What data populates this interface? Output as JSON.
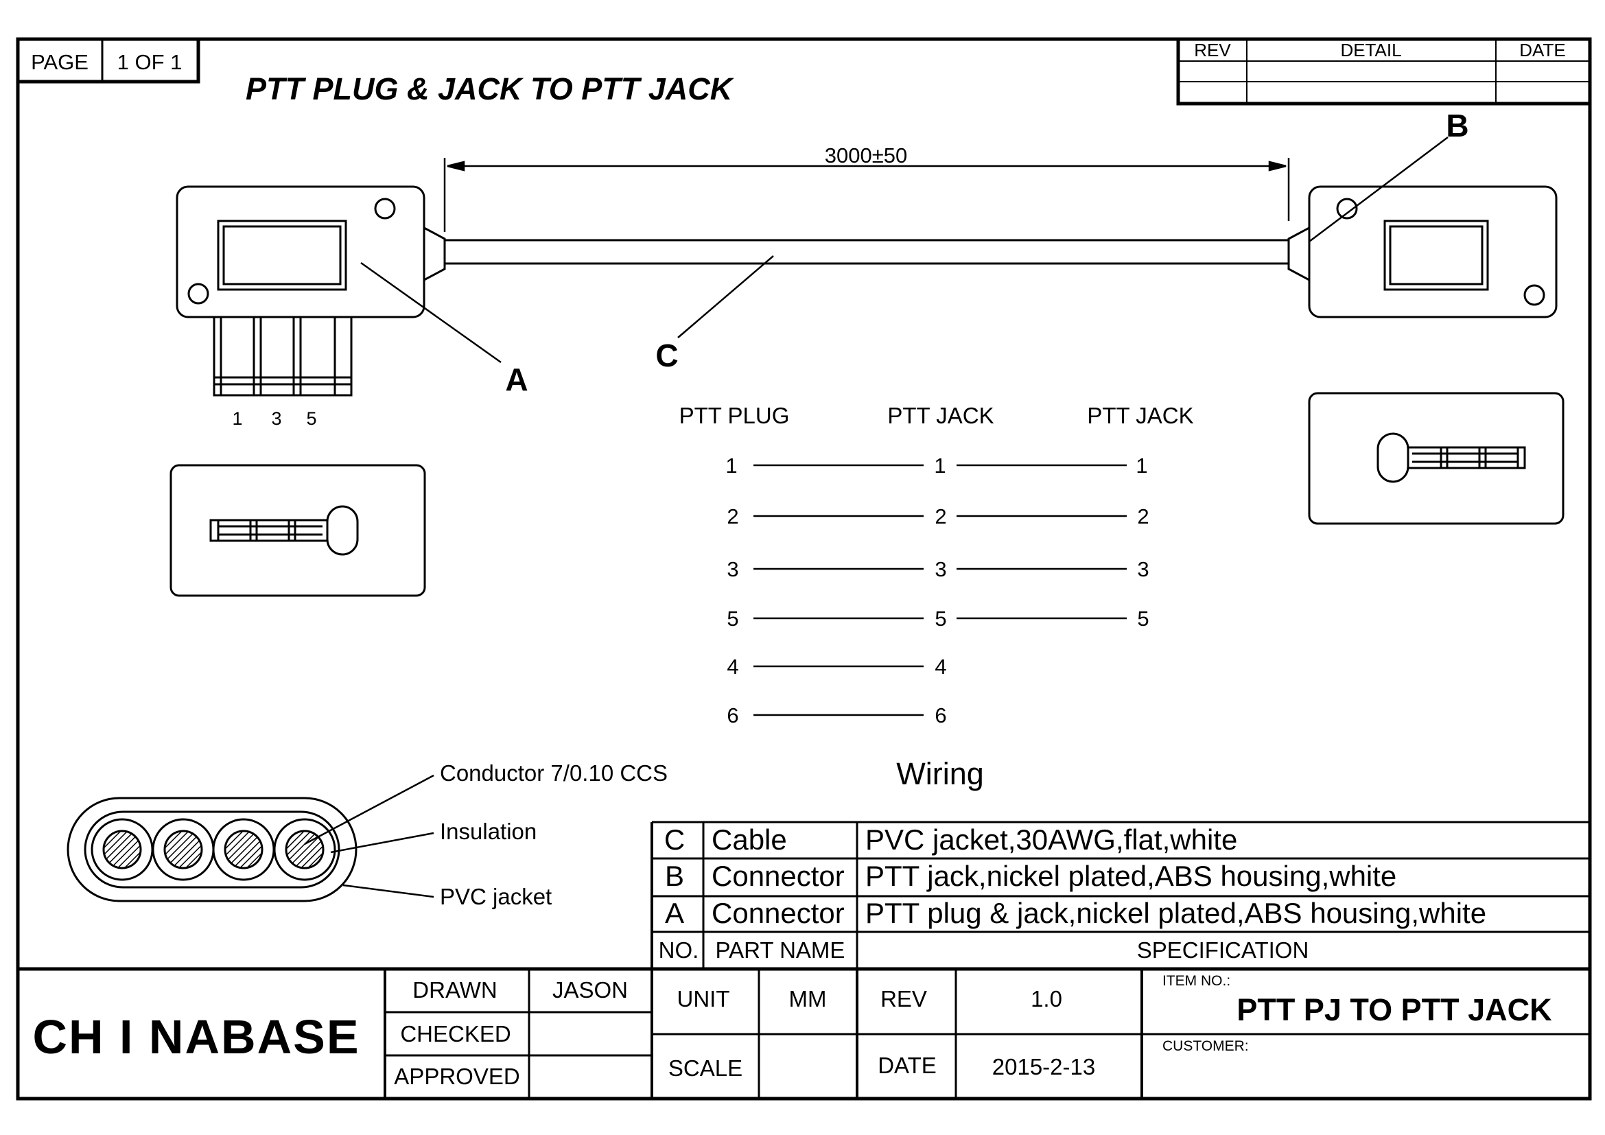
{
  "header": {
    "page_label": "PAGE",
    "page_value": "1 OF 1",
    "title": "PTT PLUG & JACK TO PTT JACK"
  },
  "revision_block": {
    "rev_label": "REV",
    "detail_label": "DETAIL",
    "date_label": "DATE"
  },
  "drawing": {
    "length_dimension": "3000±50",
    "callouts": {
      "a": "A",
      "b": "B",
      "c": "C"
    },
    "plug_pins": [
      "1",
      "3",
      "5"
    ]
  },
  "wiring": {
    "columns": [
      "PTT PLUG",
      "PTT JACK",
      "PTT JACK"
    ],
    "rows": [
      [
        "1",
        "1",
        "1"
      ],
      [
        "2",
        "2",
        "2"
      ],
      [
        "3",
        "3",
        "3"
      ],
      [
        "5",
        "5",
        "5"
      ],
      [
        "4",
        "4",
        ""
      ],
      [
        "6",
        "6",
        ""
      ]
    ],
    "caption": "Wiring"
  },
  "cross_section": {
    "conductor": "Conductor 7/0.10 CCS",
    "insulation": "Insulation",
    "jacket": "PVC jacket"
  },
  "bom": {
    "header": {
      "no": "NO.",
      "part": "PART NAME",
      "spec": "SPECIFICATION"
    },
    "rows": [
      {
        "no": "C",
        "part": "Cable",
        "spec": "PVC jacket,30AWG,flat,white"
      },
      {
        "no": "B",
        "part": "Connector",
        "spec": "PTT jack,nickel plated,ABS housing,white"
      },
      {
        "no": "A",
        "part": "Connector",
        "spec": "PTT plug & jack,nickel plated,ABS housing,white"
      }
    ]
  },
  "title_block": {
    "logo": "CH I NABASE",
    "drawn_label": "DRAWN",
    "drawn_value": "JASON",
    "checked_label": "CHECKED",
    "approved_label": "APPROVED",
    "unit_label": "UNIT",
    "unit_value": "MM",
    "rev_label": "REV",
    "rev_value": "1.0",
    "scale_label": "SCALE",
    "date_label": "DATE",
    "date_value": "2015-2-13",
    "item_no_label": "ITEM NO.:",
    "item_no_value": "PTT PJ TO PTT JACK",
    "customer_label": "CUSTOMER:"
  }
}
